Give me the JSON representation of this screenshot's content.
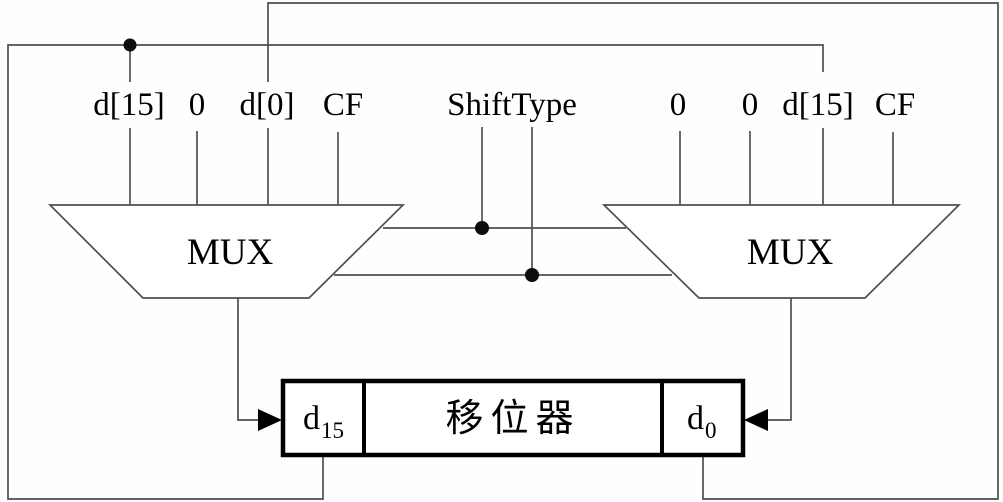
{
  "colors": {
    "background": "#fefefe",
    "wire": "#4f4f4f",
    "register_border": "#000000",
    "junction_dot": "#0d0d0d",
    "text": "#000000"
  },
  "control": {
    "label": "ShiftType"
  },
  "left_mux": {
    "label": "MUX",
    "inputs": [
      "d[15]",
      "0",
      "d[0]",
      "CF"
    ]
  },
  "right_mux": {
    "label": "MUX",
    "inputs": [
      "0",
      "0",
      "d[15]",
      "CF"
    ]
  },
  "register": {
    "msb": {
      "base": "d",
      "sub": "15"
    },
    "name": "移位器",
    "lsb": {
      "base": "d",
      "sub": "0"
    }
  }
}
